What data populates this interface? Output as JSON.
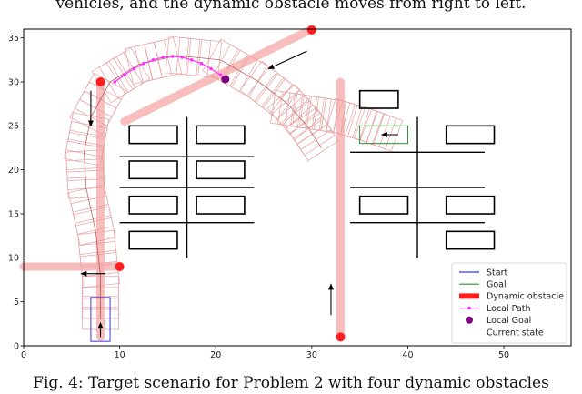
{
  "header_text": "vehicles, and the dynamic obstacle moves from right to left.",
  "caption_text": "Fig. 4: Target scenario for Problem 2 with four dynamic obstacles",
  "chart_data": {
    "type": "scatter",
    "xlim": [
      0,
      57
    ],
    "ylim": [
      0,
      36
    ],
    "xticks": [
      0,
      10,
      20,
      30,
      40,
      50
    ],
    "yticks": [
      0,
      5,
      10,
      15,
      20,
      25,
      30,
      35
    ],
    "grid": false,
    "legend_position": "bottom-right",
    "legend": [
      {
        "key": "start",
        "label": "Start",
        "style": "line",
        "color": "#3b3bd6"
      },
      {
        "key": "goal",
        "label": "Goal",
        "style": "line",
        "color": "#2e8b2e"
      },
      {
        "key": "dyn",
        "label": "Dynamic obstacle",
        "style": "bar",
        "color": "#ff1f1f"
      },
      {
        "key": "path",
        "label": "Local Path",
        "style": "line-marker",
        "color": "#ff33ff"
      },
      {
        "key": "lgoal",
        "label": "Local Goal",
        "style": "dot",
        "color": "#800080"
      },
      {
        "key": "cur",
        "label": "Current state",
        "style": "none",
        "color": "#000000"
      }
    ],
    "colors": {
      "dyn_path": "#f7b2b2",
      "dyn_point": "#ff1f1f",
      "trail": "#e9a0a0",
      "trail_dark": "#a52a2a",
      "parking": "#000000",
      "start_box": "#3b3bd6",
      "goal_box": "#2e8b2e",
      "local_path": "#ff33ff",
      "local_goal": "#800080"
    },
    "parking_lots": [
      {
        "x": 11,
        "y": 23,
        "w": 5,
        "h": 2
      },
      {
        "x": 18,
        "y": 23,
        "w": 5,
        "h": 2
      },
      {
        "x": 11,
        "y": 19,
        "w": 5,
        "h": 2
      },
      {
        "x": 18,
        "y": 19,
        "w": 5,
        "h": 2
      },
      {
        "x": 11,
        "y": 15,
        "w": 5,
        "h": 2
      },
      {
        "x": 18,
        "y": 15,
        "w": 5,
        "h": 2
      },
      {
        "x": 11,
        "y": 11,
        "w": 5,
        "h": 2
      },
      {
        "x": 35,
        "y": 27,
        "w": 4,
        "h": 2
      },
      {
        "x": 44,
        "y": 23,
        "w": 5,
        "h": 2
      },
      {
        "x": 35,
        "y": 15,
        "w": 5,
        "h": 2
      },
      {
        "x": 44,
        "y": 15,
        "w": 5,
        "h": 2
      },
      {
        "x": 44,
        "y": 11,
        "w": 5,
        "h": 2
      }
    ],
    "lot_lines": [
      {
        "x1": 10,
        "y1": 21.5,
        "x2": 24,
        "y2": 21.5
      },
      {
        "x1": 10,
        "y1": 18,
        "x2": 24,
        "y2": 18
      },
      {
        "x1": 10,
        "y1": 14,
        "x2": 24,
        "y2": 14
      },
      {
        "x1": 17,
        "y1": 26,
        "x2": 17,
        "y2": 10
      },
      {
        "x1": 34,
        "y1": 22,
        "x2": 48,
        "y2": 22
      },
      {
        "x1": 34,
        "y1": 18,
        "x2": 48,
        "y2": 18
      },
      {
        "x1": 34,
        "y1": 14,
        "x2": 48,
        "y2": 14
      },
      {
        "x1": 41,
        "y1": 26,
        "x2": 41,
        "y2": 10
      }
    ],
    "start_box": {
      "x": 7,
      "y": 0.5,
      "w": 2,
      "h": 5
    },
    "goal_box": {
      "x": 35,
      "y": 23,
      "w": 5,
      "h": 2
    },
    "start_arrow": {
      "x1": 8,
      "y1": 1,
      "x2": 8,
      "y2": 2.6
    },
    "goal_arrow": {
      "x1": 39,
      "y1": 24,
      "x2": 37.3,
      "y2": 24
    },
    "dynamic_obstacles": [
      {
        "path": [
          [
            8,
            1
          ],
          [
            8,
            30
          ]
        ],
        "point": [
          8,
          30
        ],
        "arrow": [
          [
            7,
            29
          ],
          [
            7,
            25
          ]
        ]
      },
      {
        "path": [
          [
            10.5,
            25.5
          ],
          [
            30,
            36
          ]
        ],
        "point": [
          30,
          35.9
        ],
        "arrow": [
          [
            29.5,
            33.5
          ],
          [
            25.5,
            31.5
          ]
        ]
      },
      {
        "path": [
          [
            0,
            9
          ],
          [
            10,
            9
          ]
        ],
        "point": [
          10,
          9
        ],
        "arrow": [
          [
            8.5,
            8.2
          ],
          [
            6,
            8.2
          ]
        ]
      },
      {
        "path": [
          [
            33,
            1
          ],
          [
            33,
            30
          ]
        ],
        "point": [
          33,
          1
        ],
        "arrow": [
          [
            32,
            3.5
          ],
          [
            32,
            7
          ]
        ]
      }
    ],
    "trail_path": [
      [
        8,
        3
      ],
      [
        8,
        8
      ],
      [
        7.5,
        13
      ],
      [
        6.5,
        18
      ],
      [
        6.3,
        22
      ],
      [
        7,
        26
      ],
      [
        9,
        30
      ],
      [
        12,
        32
      ],
      [
        16,
        33
      ],
      [
        20.5,
        32.5
      ],
      [
        24.5,
        30
      ],
      [
        27.5,
        27.5
      ],
      [
        29.5,
        25
      ],
      [
        31,
        22.5
      ]
    ],
    "trail_path_upper": [
      [
        27,
        27
      ],
      [
        30,
        26.5
      ],
      [
        33,
        26
      ],
      [
        36,
        25
      ],
      [
        38.5,
        24
      ]
    ],
    "local_path": [
      [
        9.5,
        30
      ],
      [
        10.5,
        30.8
      ],
      [
        11.5,
        31.5
      ],
      [
        12.5,
        32.1
      ],
      [
        13.5,
        32.5
      ],
      [
        14.5,
        32.8
      ],
      [
        15.5,
        32.9
      ],
      [
        16.5,
        32.8
      ],
      [
        17.5,
        32.5
      ],
      [
        18.5,
        32.1
      ],
      [
        19.5,
        31.5
      ],
      [
        20.5,
        30.8
      ],
      [
        21,
        30.3
      ]
    ],
    "local_goal": [
      21,
      30.3
    ]
  }
}
